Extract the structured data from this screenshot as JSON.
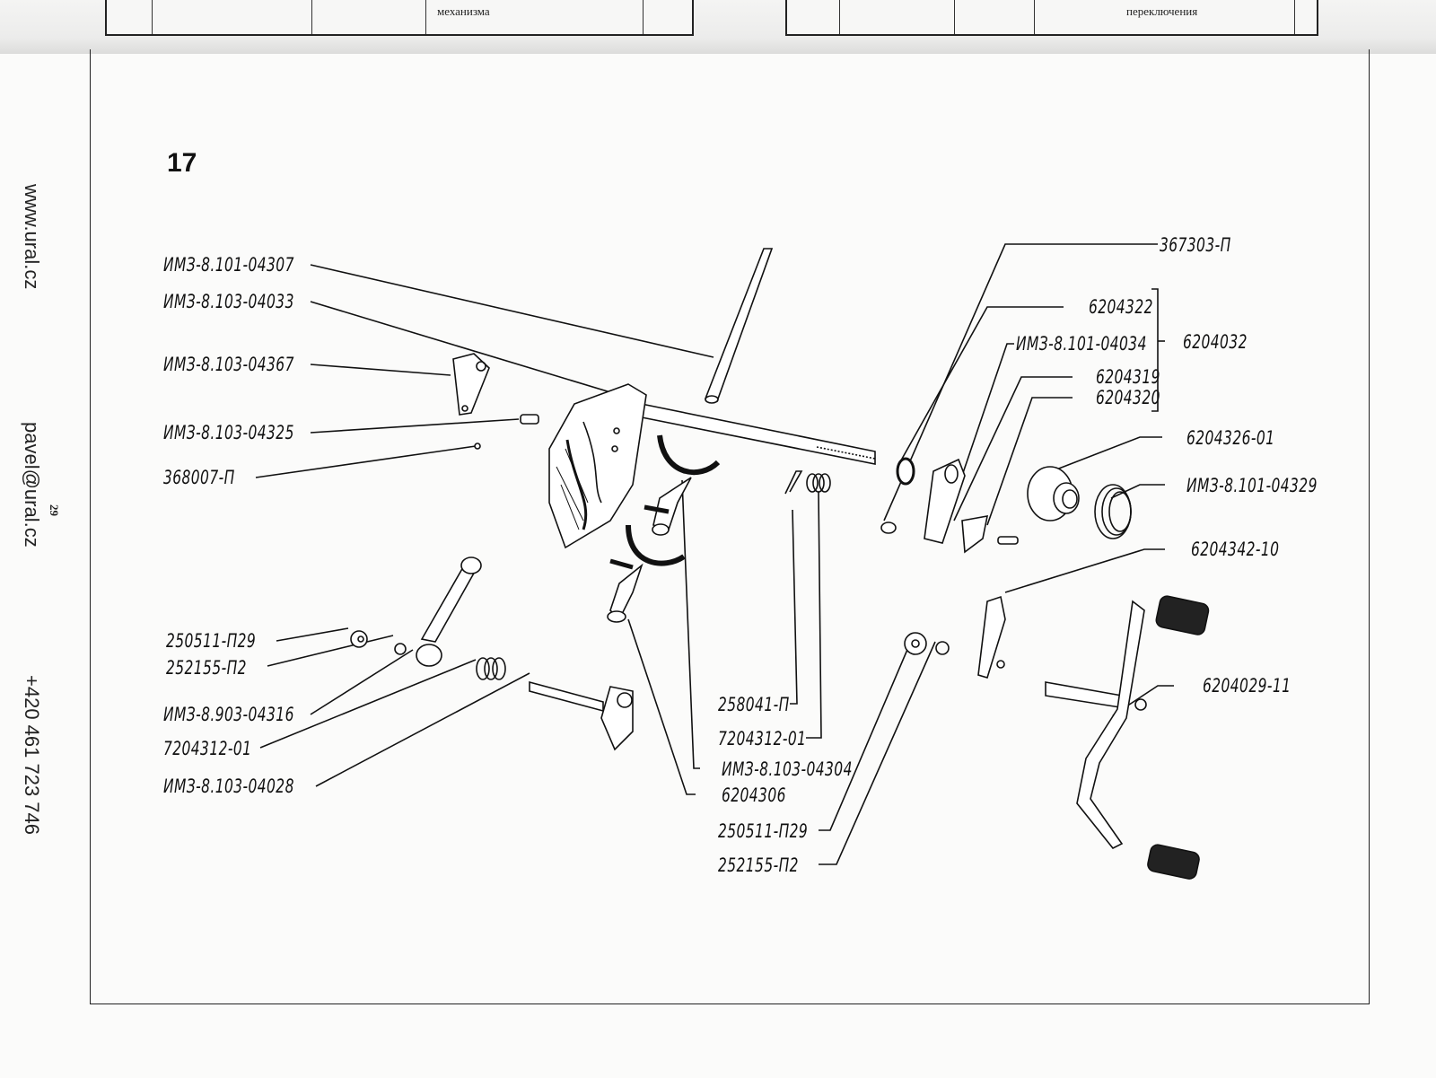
{
  "header_fragments": {
    "left_cell_text": "механизма",
    "right_cell_text": "переключения"
  },
  "sidebar": {
    "website": "www.ural.cz",
    "email": "pavel@ural.cz",
    "page_number": "29",
    "phone": "+420 461 723 746"
  },
  "figure": {
    "number": "17",
    "labels_left": [
      "ИМЗ-8.101-04307",
      "ИМЗ-8.103-04033",
      "ИМЗ-8.103-04367",
      "ИМЗ-8.103-04325",
      "368007-П",
      "250511-П29",
      "252155-П2",
      "ИМЗ-8.903-04316",
      "7204312-01",
      "ИМЗ-8.103-04028"
    ],
    "labels_center": [
      "258041-П",
      "7204312-01",
      "ИМЗ-8.103-04304",
      "6204306",
      "250511-П29",
      "252155-П2"
    ],
    "labels_right": [
      "367303-П",
      "6204322",
      "ИМЗ-8.101-04034",
      "6204319",
      "6204320",
      "6204032",
      "6204326-01",
      "ИМЗ-8.101-04329",
      "6204342-10",
      "6204029-11"
    ]
  }
}
